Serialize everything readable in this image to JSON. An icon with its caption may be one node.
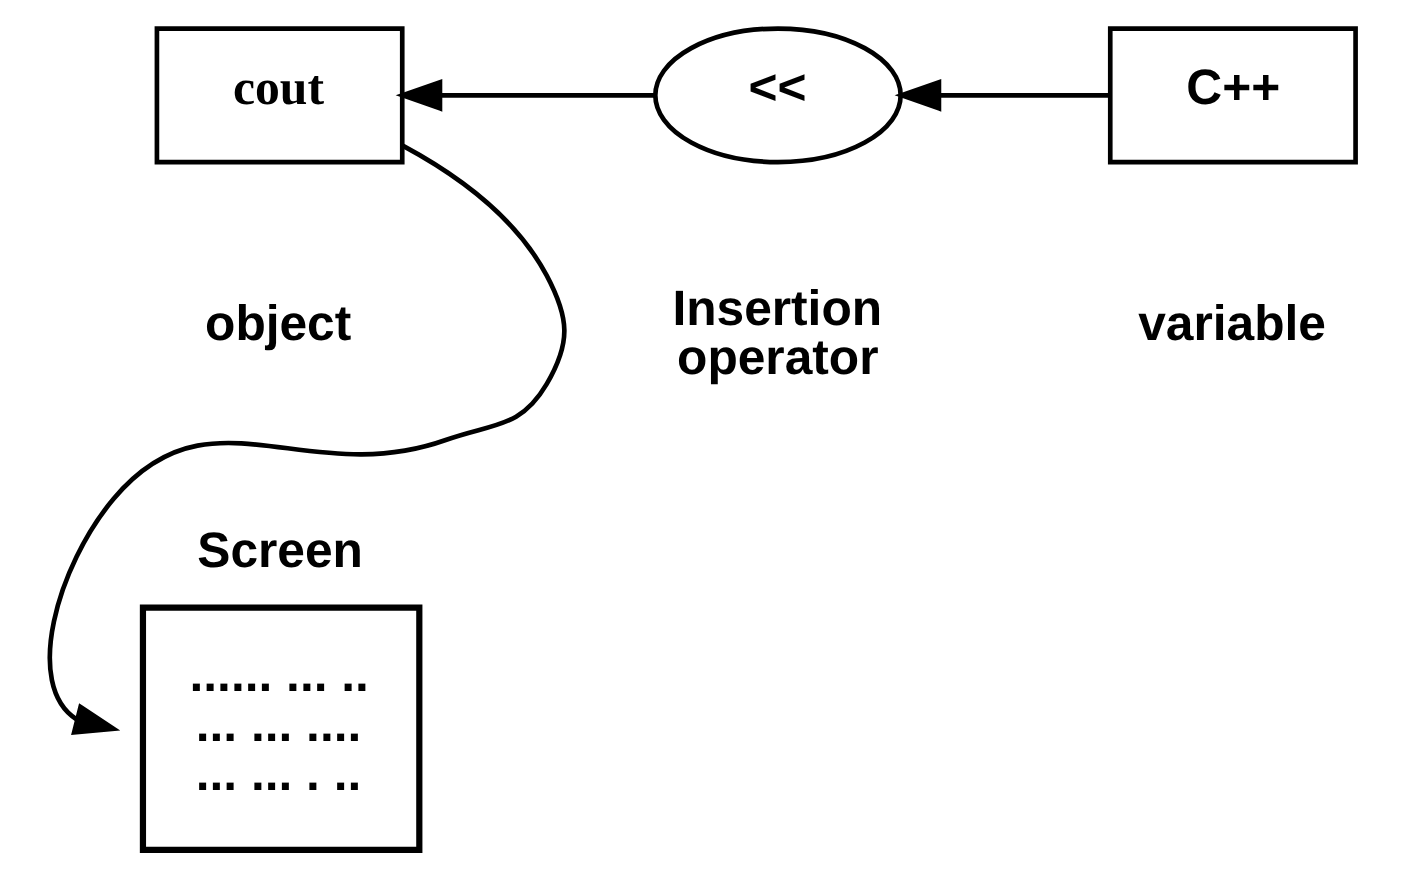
{
  "diagram": {
    "nodes": [
      {
        "text": [
          "Screen",
          "...... ... ..",
          "... ... ....",
          "... ... . .."
        ]
      },
      {
        "text": [
          "cout"
        ],
        "beside": [
          "object"
        ]
      },
      {
        "text": [
          "<<"
        ],
        "beside": [
          "Insertion operator"
        ]
      },
      {
        "text": [
          "C++"
        ],
        "beside": [
          "variable"
        ]
      }
    ],
    "edges": [
      {
        "from": 1,
        "to": 0,
        "arrow": "to"
      },
      {
        "from": 2,
        "to": 1,
        "arrow": "to"
      },
      {
        "from": 3,
        "to": 2,
        "arrow": "to"
      }
    ]
  }
}
